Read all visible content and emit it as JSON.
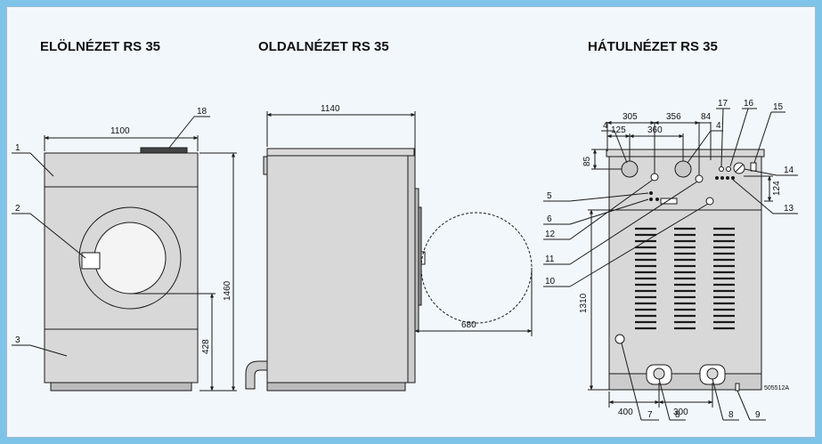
{
  "titles": {
    "front": "ELÖLNÉZET RS 35",
    "side": "OLDALNÉZET RS 35",
    "rear": "HÁTULNÉZET RS 35"
  },
  "front": {
    "width": "1100",
    "height": "1460",
    "door_height": "428",
    "callouts": [
      "1",
      "2",
      "3",
      "18"
    ]
  },
  "side": {
    "depth": "1140",
    "door_clearance": "680"
  },
  "rear": {
    "dims": {
      "d305": "305",
      "d356": "356",
      "d84": "84",
      "d125": "125",
      "d360": "360",
      "d85": "85",
      "d124": "124",
      "d1310": "1310",
      "d400": "400",
      "d300": "300"
    },
    "callouts": {
      "c4a": "4",
      "c4b": "4",
      "c5": "5",
      "c6": "6",
      "c7": "7",
      "c8a": "8",
      "c8b": "8",
      "c9": "9",
      "c10": "10",
      "c11": "11",
      "c12": "12",
      "c13": "13",
      "c14": "14",
      "c15": "15",
      "c16": "16",
      "c17": "17"
    },
    "drawing_code": "505512A"
  },
  "colors": {
    "background": "#7ec3e8",
    "panel": "#f1f7fb",
    "machine_body": "#d8d8d8",
    "line": "#1a1a1a"
  }
}
